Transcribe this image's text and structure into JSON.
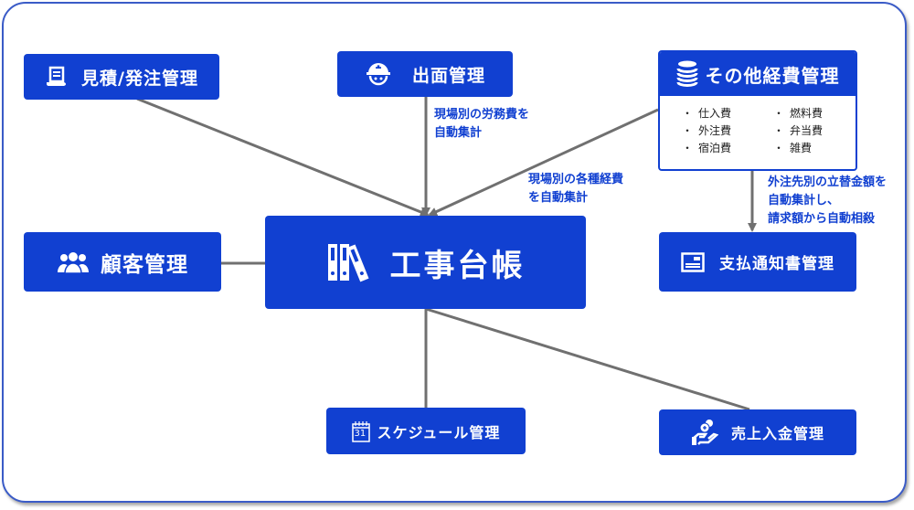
{
  "diagram": {
    "center": {
      "label": "工事台帳",
      "icon": "binders-icon"
    },
    "nodes": {
      "estimate": {
        "label": "見積/発注管理",
        "icon": "document-scroll-icon"
      },
      "attendance": {
        "label": "出面管理",
        "icon": "hardhat-worker-icon"
      },
      "other_expenses": {
        "label": "その他経費管理",
        "icon": "coin-stack-icon",
        "items": [
          "仕入費",
          "燃料費",
          "外注費",
          "弁当費",
          "宿泊費",
          "雑費"
        ]
      },
      "customer": {
        "label": "顧客管理",
        "icon": "users-group-icon"
      },
      "payment_notice": {
        "label": "支払通知書管理",
        "icon": "notice-card-icon"
      },
      "schedule": {
        "label": "スケジュール管理",
        "icon": "calendar-icon",
        "icon_text": "31"
      },
      "sales": {
        "label": "売上入金管理",
        "icon": "coin-hand-icon"
      }
    },
    "annotations": {
      "labor": [
        "現場別の労務費を",
        "自動集計"
      ],
      "expenses": [
        "現場別の各種経費",
        "を自動集計"
      ],
      "offset": [
        "外注先別の立替金額を",
        "自動集計し、",
        "請求額から自動相殺"
      ]
    },
    "colors": {
      "node_fill": "#1140d1",
      "annotation_text": "#1140d1",
      "connector": "#707070",
      "frame": "#3a5bc7"
    }
  }
}
